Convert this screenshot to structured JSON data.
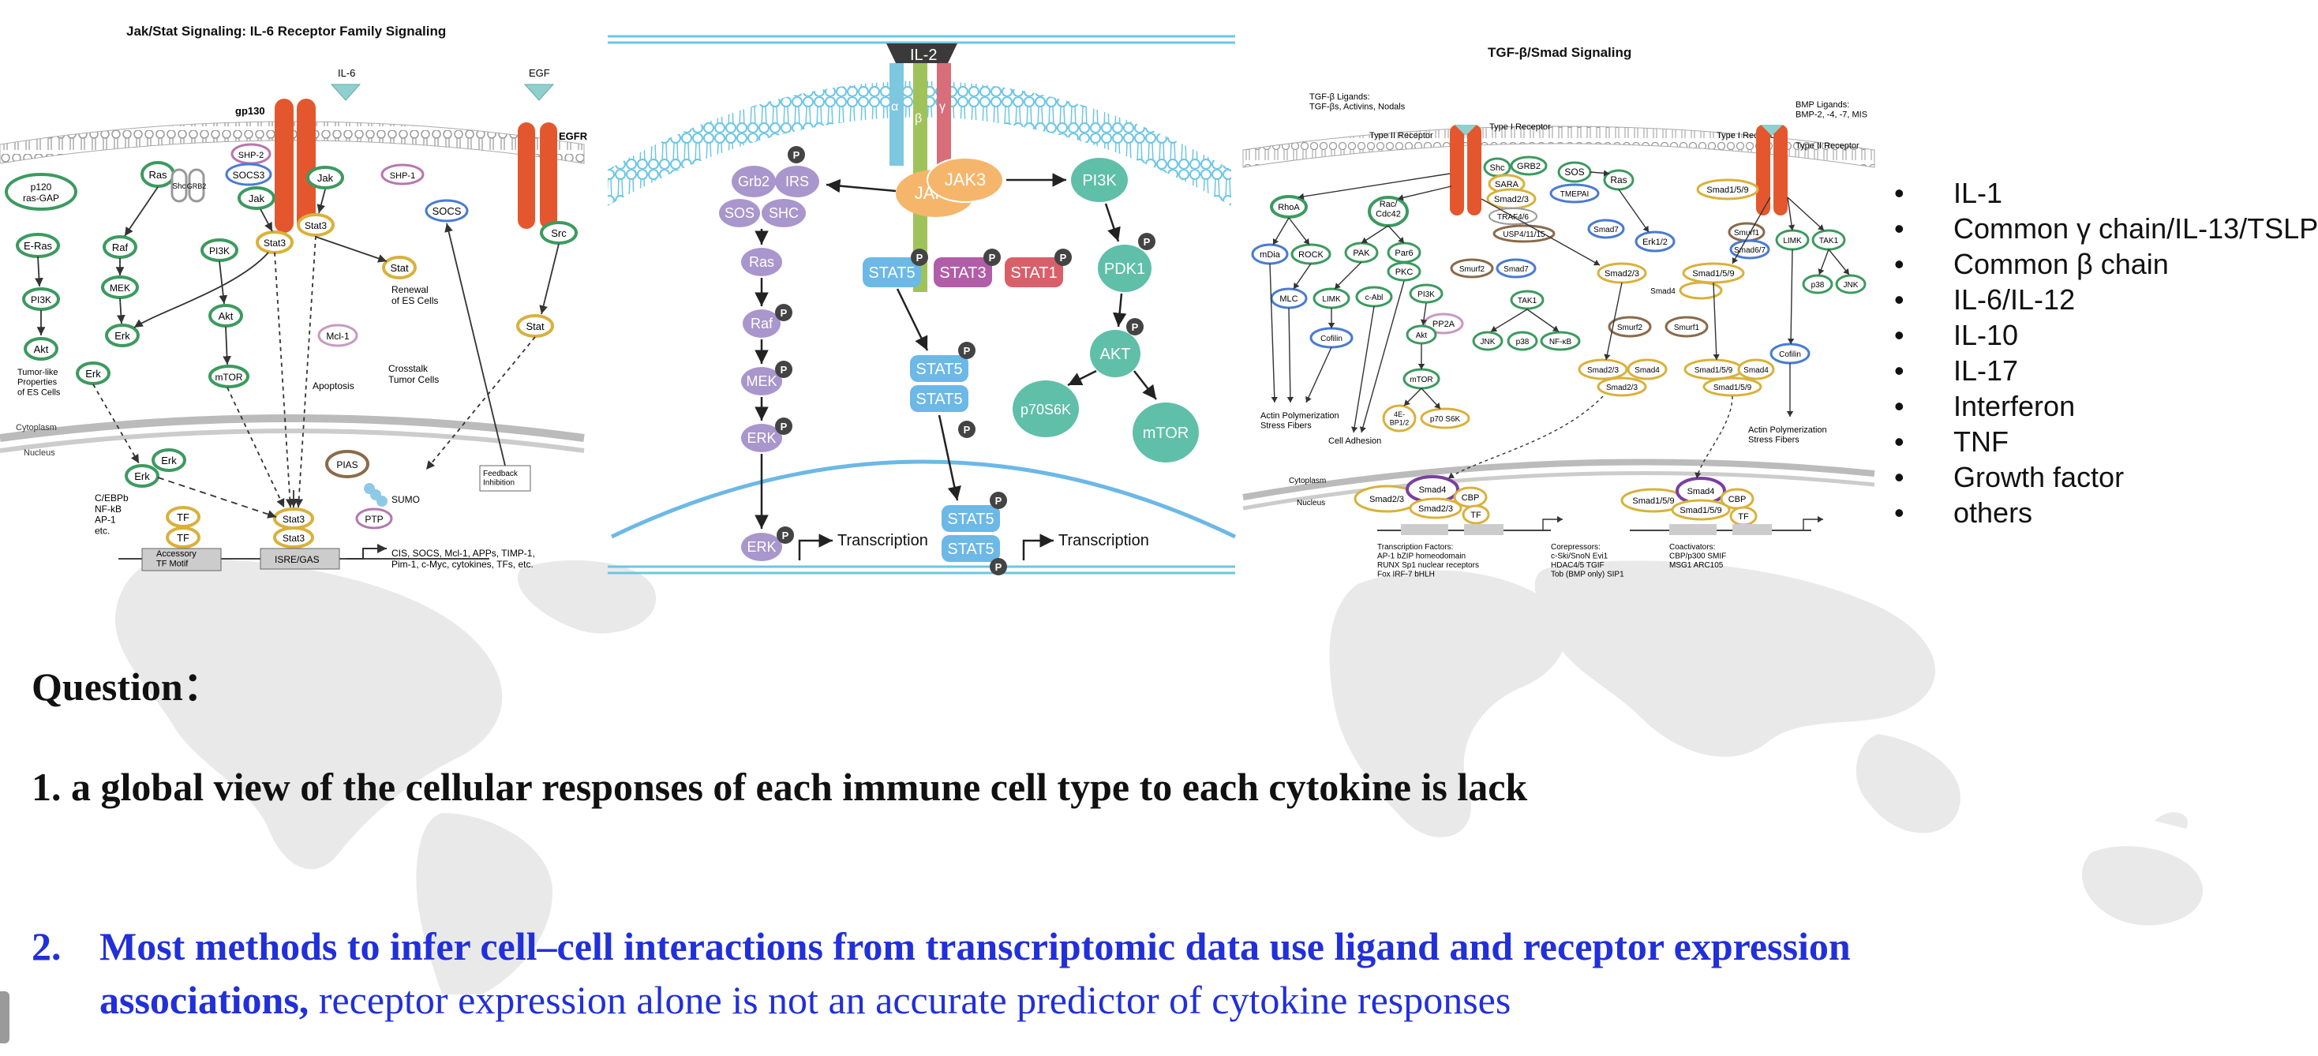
{
  "left_panel": {
    "title": "Jak/Stat Signaling: IL-6 Receptor Family Signaling",
    "labels": {
      "il6": "IL-6",
      "egf": "EGF",
      "gp130": "gp130",
      "egfr": "EGFR",
      "p120": "p120\nras-GAP",
      "ras": "Ras",
      "shc": "Shc",
      "grb2": "GRB2",
      "shp2": "SHP-2",
      "socs3": "SOCS3",
      "jak1": "Jak",
      "jak2": "Jak",
      "shp1": "SHP-1",
      "socs": "SOCS",
      "eras": "E-Ras",
      "raf": "Raf",
      "pi3k_a": "PI3K",
      "akt_a": "Akt",
      "tumor_like": "Tumor-like\nProperties\nof ES Cells",
      "pi3k_b": "PI3K",
      "mek": "MEK",
      "stat3a": "Stat3",
      "stat3b": "Stat3",
      "stat_a": "Stat",
      "renewal": "Renewal\nof ES Cells",
      "src": "Src",
      "erk_a": "Erk",
      "erk_b": "Erk",
      "akt_b": "Akt",
      "mtor": "mTOR",
      "mcl1": "Mcl-1",
      "apoptosis": "Apoptosis",
      "crosstalk": "Crosstalk\nTumor Cells",
      "stat_b": "Stat",
      "cytoplasm": "Cytoplasm",
      "nucleus": "Nucleus",
      "erk_c": "Erk",
      "erk_d": "Erk",
      "pias": "PIAS",
      "sumo": "SUMO",
      "ptp": "PTP",
      "feedback": "Feedback\nInhibition",
      "cebp": "C/EBPb\nNF-kB\nAP-1\netc.",
      "tf_a": "TF",
      "tf_b": "TF",
      "stat3c": "Stat3",
      "stat3d": "Stat3",
      "accessory": "Accessory\nTF Motif",
      "isre": "ISRE/GAS",
      "targets": "CIS, SOCS, Mcl-1, APPs, TIMP-1,\nPim-1, c-Myc, cytokines, TFs, etc."
    }
  },
  "middle_panel": {
    "labels": {
      "il2": "IL-2",
      "alpha": "α",
      "beta": "β",
      "gamma": "γ",
      "grb2": "Grb2",
      "irs": "IRS",
      "sos": "SOS",
      "shc": "SHC",
      "jak1": "JAK1",
      "jak3": "JAK3",
      "pi3k": "PI3K",
      "ras": "Ras",
      "raf": "Raf",
      "mek": "MEK",
      "erk_a": "ERK",
      "erk_b": "ERK",
      "stat5_a": "STAT5",
      "stat3": "STAT3",
      "stat1": "STAT1",
      "pdk1": "PDK1",
      "akt": "AKT",
      "p70s6k": "p70S6K",
      "mtor": "mTOR",
      "stat5_b": "STAT5",
      "stat5_c": "STAT5",
      "stat5_d": "STAT5",
      "stat5_e": "STAT5",
      "transcription_a": "Transcription",
      "transcription_b": "Transcription",
      "p": "P"
    }
  },
  "right_panel": {
    "title": "TGF-β/Smad Signaling",
    "labels": {
      "tgf_ligands": "TGF-β Ligands:\nTGF-βs, Activins, Nodals",
      "bmp_ligands": "BMP Ligands:\nBMP-2, -4, -7, MIS",
      "type2_a": "Type II Receptor",
      "type1_a": "Type I Receptor",
      "type1_b": "Type I Receptor",
      "type2_b": "Type II Receptor",
      "shc": "Shc",
      "grb2": "GRB2",
      "sos": "SOS",
      "sara": "SARA",
      "smad23_a": "Smad2/3",
      "tmepai": "TMEPAI",
      "ras": "Ras",
      "smad159_a": "Smad1/5/9",
      "rhoa": "RhoA",
      "rac": "Rac/\nCdc42",
      "traf": "TRAF4/6",
      "smad7_a": "Smad7",
      "usp": "USP4/11/15",
      "erk12": "Erk1/2",
      "smurf1_a": "Smurf1",
      "smad67": "Smad6/7",
      "limk_a": "LIMK",
      "tak1_a": "TAK1",
      "mdia": "mDia",
      "rock": "ROCK",
      "pak": "PAK",
      "par6": "Par6",
      "pkc": "PKC",
      "smurf2_a": "Smurf2",
      "smad7_b": "Smad7",
      "smad23_b": "Smad2/3",
      "smad159_b": "Smad1/5/9",
      "p38_a": "p38",
      "jnk_a": "JNK",
      "mlc": "MLC",
      "limk_b": "LIMK",
      "cabl": "c-Abl",
      "pi3k": "PI3K",
      "tak1_b": "TAK1",
      "smad4_a": "Smad4",
      "cofilin_a": "Cofilin",
      "akt": "Akt",
      "pp2a": "PP2A",
      "smurf2_b": "Smurf2",
      "smurf1_b": "Smurf1",
      "jnk_b": "JNK",
      "p38_b": "p38",
      "nfkb": "NF-κB",
      "mtor": "mTOR",
      "smad23_c": "Smad2/3",
      "smad4_b": "Smad4",
      "smad159_c": "Smad1/5/9",
      "smad4_c": "Smad4",
      "smad23_d": "Smad2/3",
      "smad159_d": "Smad1/5/9",
      "cofilin_b": "Cofilin",
      "actin_a": "Actin Polymerization\nStress Fibers",
      "ebp": "4E-\nBP1/2",
      "p70": "p70 S6K",
      "cell_adhesion": "Cell Adhesion",
      "actin_b": "Actin Polymerization\nStress Fibers",
      "cytoplasm": "Cytoplasm",
      "nucleus": "Nucleus",
      "n_smad23_a": "Smad2/3",
      "n_smad4_a": "Smad4",
      "n_cbp_a": "CBP",
      "n_smad23_b": "Smad2/3",
      "n_tf_a": "TF",
      "n_smad159_a": "Smad1/5/9",
      "n_smad4_b": "Smad4",
      "n_cbp_b": "CBP",
      "n_smad159_b": "Smad1/5/9",
      "n_tf_b": "TF",
      "tf_factors": "Transcription Factors:\nAP-1    bZIP    homeodomain\nRUNX   Sp1     nuclear receptors\nFox     IRF-7   bHLH",
      "corepressors": "Corepressors:\nc-Ski/SnoN   Evi1\nHDAC4/5      TGIF\nTob (BMP only)  SIP1",
      "coactivators": "Coactivators:\nCBP/p300   SMIF\nMSG1        ARC105"
    }
  },
  "cytokine_list": [
    "IL-1",
    "Common γ chain/IL-13/TSLP",
    "Common β chain",
    "IL-6/IL-12",
    "IL-10",
    "IL-17",
    "Interferon",
    "TNF",
    "Growth factor",
    "others"
  ],
  "question": {
    "heading": "Question：",
    "item1": "1. a global view of the cellular responses of each immune cell type to each cytokine is lack",
    "item2_number": "2.",
    "item2_bold": "Most methods to infer cell–cell interactions from transcriptomic data use ligand and receptor expression",
    "item2_bold_cont": "associations,",
    "item2_rest": " receptor expression alone is not an accurate predictor of cytokine responses"
  },
  "colors": {
    "question_blue": "#2130d8",
    "receptor_orange": "#e4572e",
    "node_green": "#3c9a5f",
    "node_yellow": "#d9b13b",
    "mid_teal": "#5fbfa8",
    "mid_purple": "#a996cc",
    "mid_blue": "#6cb8e6",
    "membrane_blue": "#6cc6e4"
  }
}
